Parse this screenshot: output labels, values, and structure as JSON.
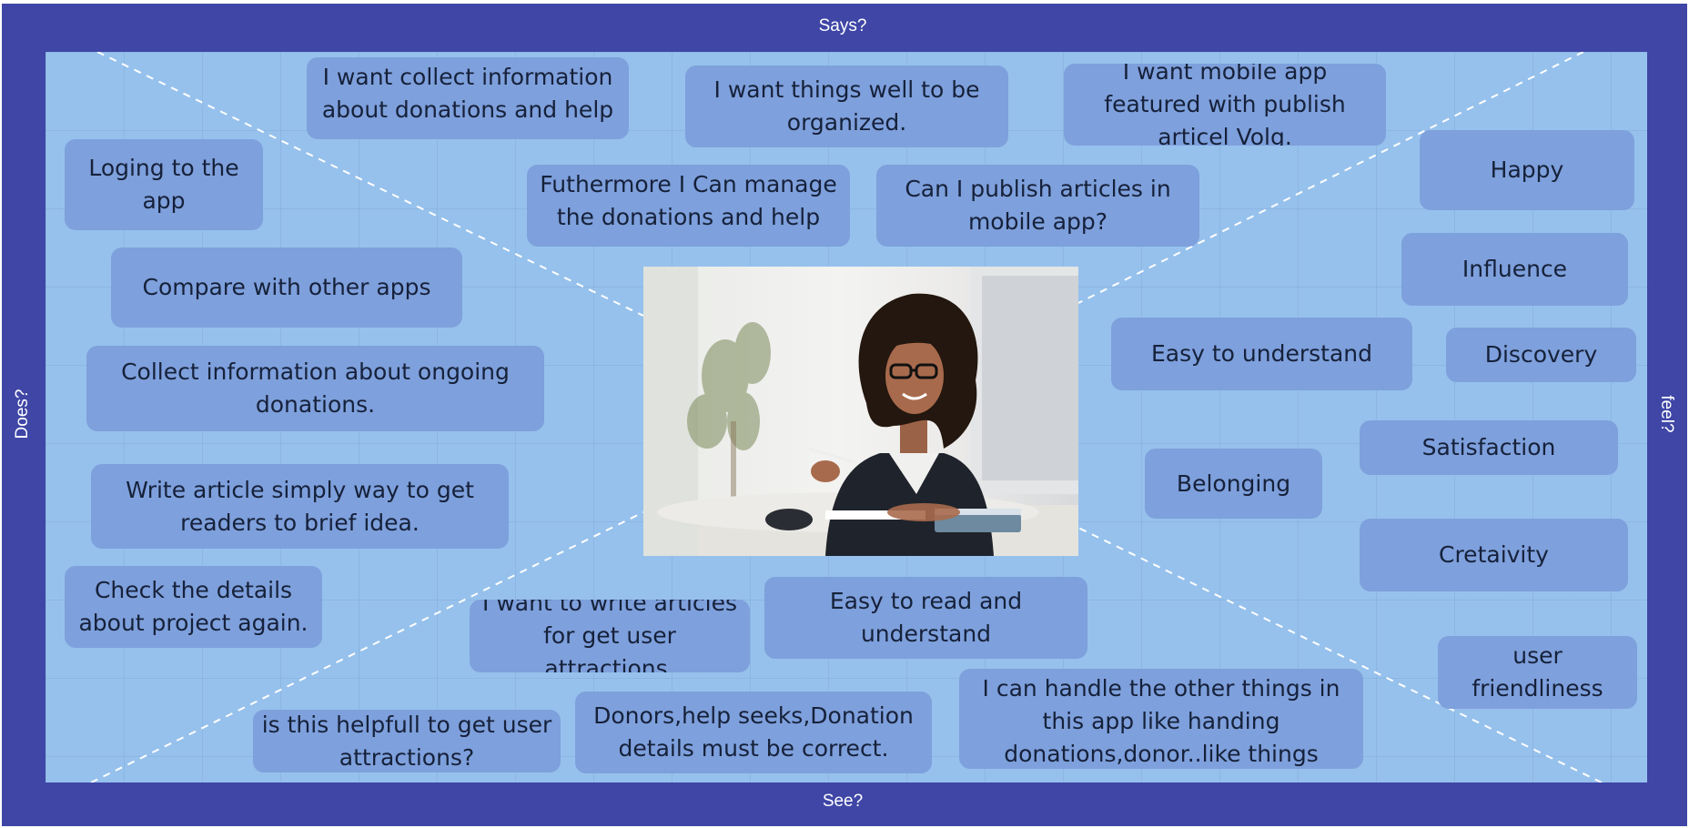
{
  "board": {
    "top_label": "Says?",
    "bottom_label": "See?",
    "left_label": "Does?",
    "right_label": "feel?"
  },
  "colors": {
    "frame": "#3f46a6",
    "canvas": "#96c1ec",
    "sticky_note": "#7ea0dc",
    "divider": "#ffffff"
  },
  "says": [
    "I want collect information about donations and help",
    "I want things well to be organized.",
    "I want mobile app featured with publish articel Volg.",
    "Futhermore I Can manage the donations and help",
    "Can I publish articles in mobile app?"
  ],
  "does": [
    "Loging to the app",
    "Compare with other apps",
    "Collect information about ongoing donations.",
    "Write article simply way to get readers to brief idea.",
    "Check the details about project again."
  ],
  "feels": [
    "Happy",
    "Influence",
    "Easy to understand",
    "Discovery",
    "Satisfaction",
    "Belonging",
    "Cretaivity",
    "user friendliness"
  ],
  "sees": [
    "I want to write articles for get user attractions.",
    "Easy to read and understand",
    "is this helpfull to get user attractions?",
    "Donors,help seeks,Donation details must be correct.",
    "I can handle the other things in this app like handing donations,donor..like things"
  ],
  "persona_photo": "woman-at-desk-photo"
}
